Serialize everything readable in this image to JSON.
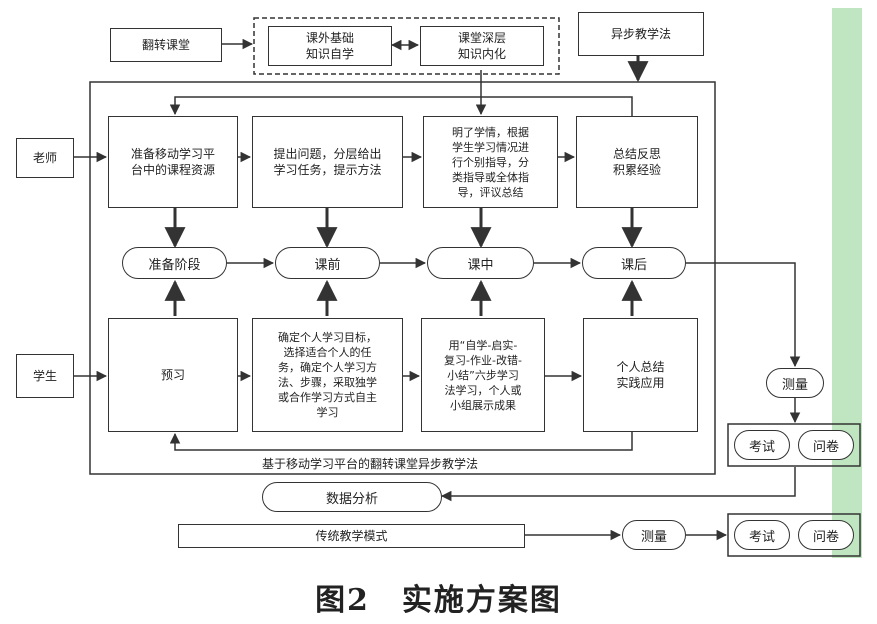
{
  "nodes": {
    "flip_class": "翻转课堂",
    "basic_self": "课外基础\n知识自学",
    "deep_intern": "课堂深层\n知识内化",
    "async_method": "异步教学法",
    "teacher": "老师",
    "student": "学生",
    "prep_resources": "准备移动学习平\n台中的课程资源",
    "pose_questions": "提出问题，分层给出\n学习任务，提示方法",
    "guide": "明了学情，根据\n学生学习情况进\n行个别指导，分\n类指导或全体指\n导，评议总结",
    "summary_reflect": "总结反思\n积累经验",
    "stage_prep": "准备阶段",
    "stage_before": "课前",
    "stage_in": "课中",
    "stage_after": "课后",
    "preview": "预习",
    "set_goals": "确定个人学习目标，\n选择适合个人的任\n务，确定个人学习方\n法、步骤，采取独学\n或合作学习方式自主\n学习",
    "six_steps": "用“自学-启实-\n复习-作业-改错-\n小结”六步学习\n法学习，个人或\n小组展示成果",
    "personal_summary": "个人总结\n实践应用",
    "platform_label": "基于移动学习平台的翻转课堂异步教学法",
    "measure_1": "测量",
    "exam_1": "考试",
    "survey_1": "问卷",
    "data_analysis": "数据分析",
    "traditional": "传统教学模式",
    "measure_2": "测量",
    "exam_2": "考试",
    "survey_2": "问卷"
  },
  "caption": "图2　实施方案图",
  "colors": {
    "line": "#333333",
    "accent_strip": "#bfe6c0"
  }
}
